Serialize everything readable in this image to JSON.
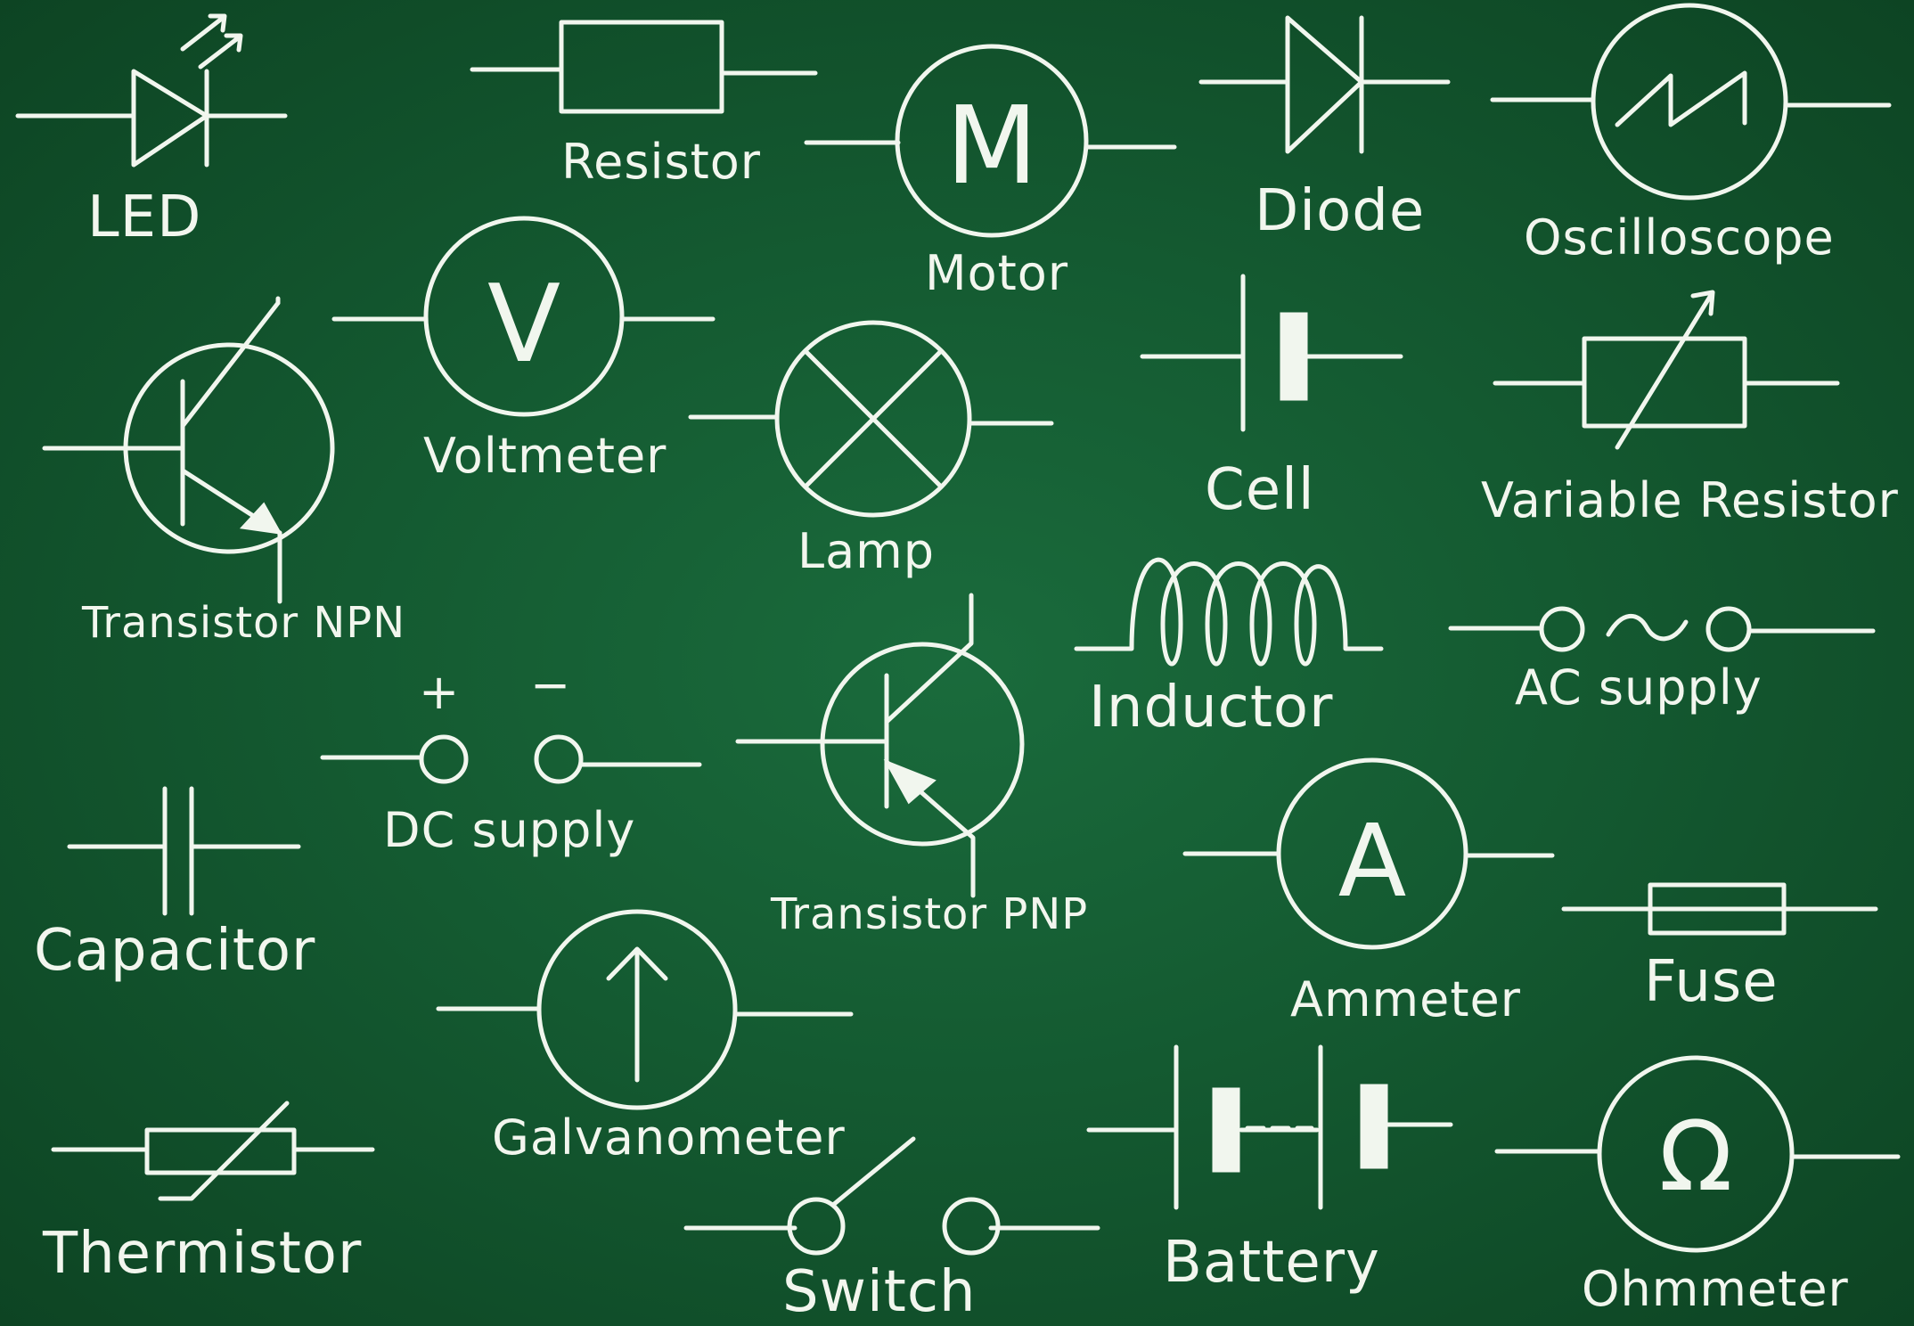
{
  "palette": {
    "board": "#145a31",
    "chalk": "#f1f6ee"
  },
  "labels": {
    "led": "LED",
    "resistor": "Resistor",
    "motor": "Motor",
    "motor_symbol": "M",
    "diode": "Diode",
    "oscilloscope": "Oscilloscope",
    "voltmeter": "Voltmeter",
    "voltmeter_symbol": "V",
    "transistor_npn": "Transistor NPN",
    "lamp": "Lamp",
    "cell": "Cell",
    "variable_resistor": "Variable Resistor",
    "inductor": "Inductor",
    "ac_supply": "AC supply",
    "dc_supply": "DC supply",
    "dc_plus": "+",
    "dc_minus": "−",
    "transistor_pnp": "Transistor PNP",
    "capacitor": "Capacitor",
    "ammeter": "Ammeter",
    "ammeter_symbol": "A",
    "fuse": "Fuse",
    "galvanometer": "Galvanometer",
    "thermistor": "Thermistor",
    "switch": "Switch",
    "battery": "Battery",
    "ohmmeter": "Ohmmeter",
    "ohmmeter_symbol": "Ω"
  }
}
